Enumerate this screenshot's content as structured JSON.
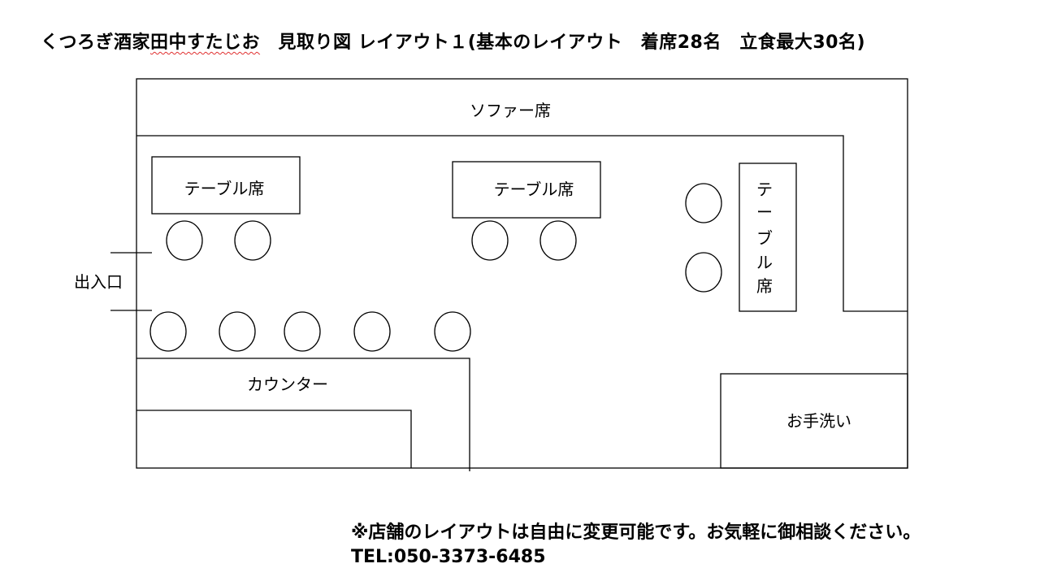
{
  "title": {
    "part1": "くつろぎ酒家",
    "part2": "田中すたじお",
    "part3": "　見取り図 レイアウト１(基本のレイアウト　着席28名　立食最大30名)"
  },
  "labels": {
    "sofa": "ソファー席",
    "table_left": "テーブル席",
    "table_center": "テーブル席",
    "table_vertical": [
      "テ",
      "ー",
      "ブ",
      "ル",
      "席"
    ],
    "entrance": "出入口",
    "counter": "カウンター",
    "restroom": "お手洗い"
  },
  "seat_counts": {
    "counter_stools": 5,
    "table_left_chairs": 2,
    "table_center_chairs": 2,
    "table_right_chairs": 2
  },
  "footer": {
    "note": "※店舗のレイアウトは自由に変更可能です。お気軽に御相談ください。",
    "tel": "TEL:050-3373-6485"
  }
}
